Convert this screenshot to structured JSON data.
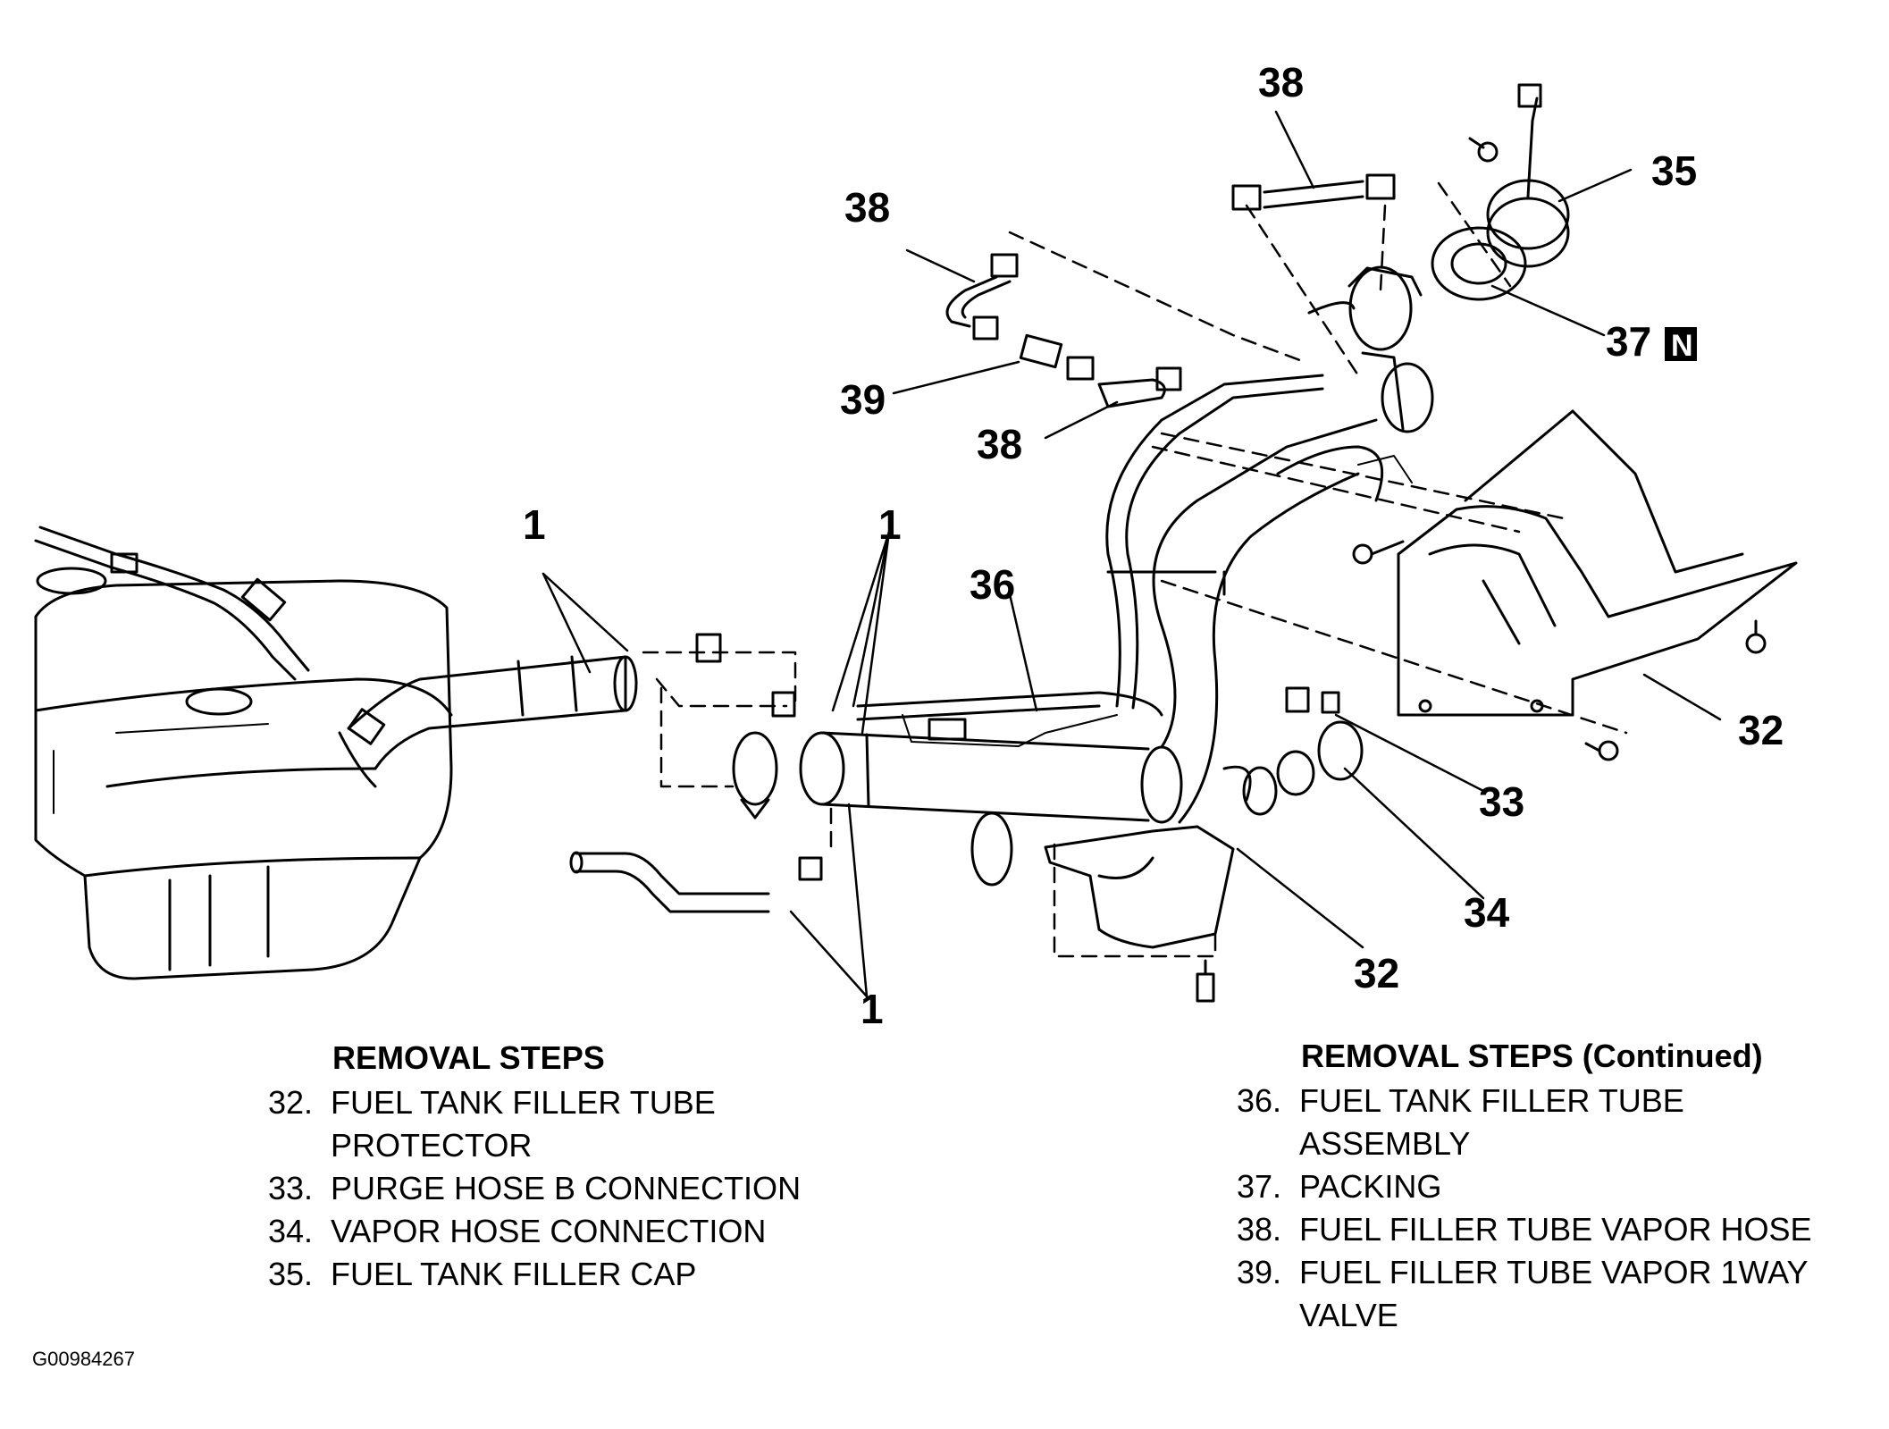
{
  "callouts": {
    "c38_top": "38",
    "c38_left": "38",
    "c38_mid": "38",
    "c39": "39",
    "c35": "35",
    "c37": "37",
    "c37_badge": "N",
    "c1_left": "1",
    "c1_mid": "1",
    "c1_bottom": "1",
    "c36": "36",
    "c32_right": "32",
    "c33": "33",
    "c34": "34",
    "c32_bottom": "32"
  },
  "steps_left": {
    "heading": "REMOVAL STEPS",
    "items": [
      {
        "num": "32.",
        "text": "FUEL TANK FILLER TUBE PROTECTOR"
      },
      {
        "num": "33.",
        "text": "PURGE HOSE B CONNECTION"
      },
      {
        "num": "34.",
        "text": "VAPOR HOSE CONNECTION"
      },
      {
        "num": "35.",
        "text": "FUEL TANK FILLER CAP"
      }
    ]
  },
  "steps_right": {
    "heading": "REMOVAL STEPS (Continued)",
    "items": [
      {
        "num": "36.",
        "text": "FUEL TANK FILLER TUBE ASSEMBLY"
      },
      {
        "num": "37.",
        "text": "PACKING"
      },
      {
        "num": "38.",
        "text": "FUEL FILLER TUBE VAPOR HOSE"
      },
      {
        "num": "39.",
        "text": "FUEL FILLER TUBE VAPOR 1WAY VALVE"
      }
    ]
  },
  "figure_id": "G00984267"
}
